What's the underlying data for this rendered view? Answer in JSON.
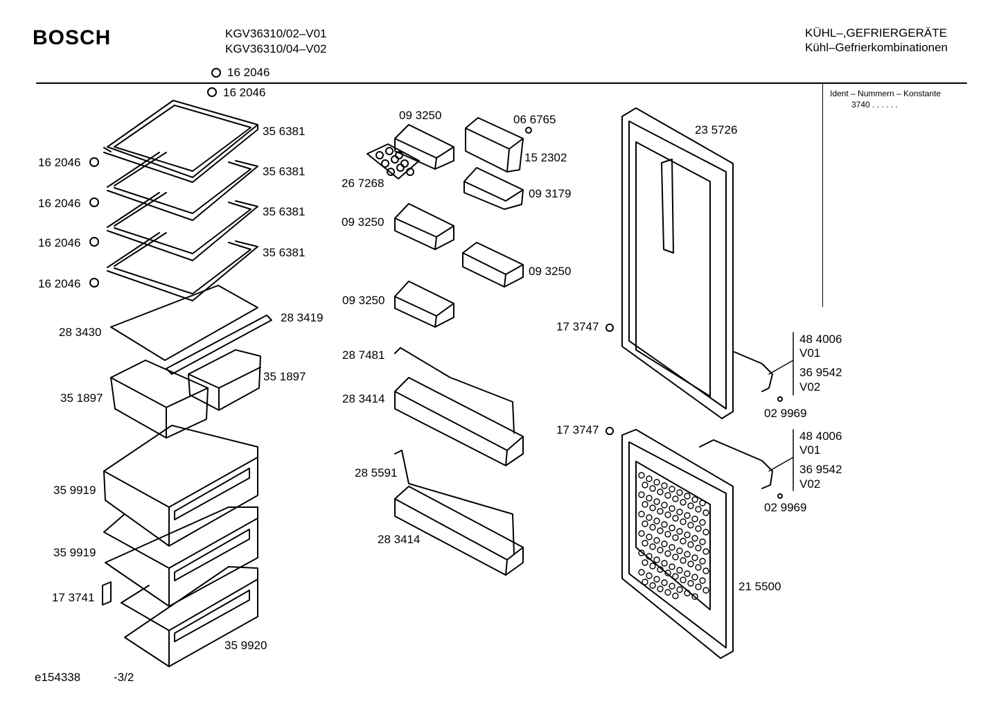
{
  "header": {
    "brand": "BOSCH",
    "models": [
      "KGV36310/02–V01",
      "KGV36310/04–V02"
    ],
    "category": "KÜHL–,GEFRIERGERÄTE",
    "subcategory": "Kühl–Gefrierkombinationen",
    "ident_label": "Ident – Nummern – Konstante",
    "ident_value": "3740  .  .  .  .  .  ."
  },
  "footer": {
    "doc_id": "e154338",
    "page": "-3/2"
  },
  "parts": [
    {
      "id": "p1",
      "number": "16 2046"
    },
    {
      "id": "p2",
      "number": "16 2046"
    },
    {
      "id": "p3",
      "number": "35 6381"
    },
    {
      "id": "p4",
      "number": "16 2046"
    },
    {
      "id": "p5",
      "number": "35 6381"
    },
    {
      "id": "p6",
      "number": "16 2046"
    },
    {
      "id": "p7",
      "number": "35 6381"
    },
    {
      "id": "p8",
      "number": "16 2046"
    },
    {
      "id": "p9",
      "number": "35 6381"
    },
    {
      "id": "p10",
      "number": "16 2046"
    },
    {
      "id": "p11",
      "number": "28 3419"
    },
    {
      "id": "p12",
      "number": "28 3430"
    },
    {
      "id": "p13",
      "number": "35 1897"
    },
    {
      "id": "p14",
      "number": "35 1897"
    },
    {
      "id": "p15",
      "number": "35 9919"
    },
    {
      "id": "p16",
      "number": "35 9919"
    },
    {
      "id": "p17",
      "number": "17 3741"
    },
    {
      "id": "p18",
      "number": "35 9920"
    },
    {
      "id": "p19",
      "number": "09 3250"
    },
    {
      "id": "p20",
      "number": "06 6765"
    },
    {
      "id": "p21",
      "number": "15 2302"
    },
    {
      "id": "p22",
      "number": "26 7268"
    },
    {
      "id": "p23",
      "number": "09 3179"
    },
    {
      "id": "p24",
      "number": "09 3250"
    },
    {
      "id": "p25",
      "number": "09 3250"
    },
    {
      "id": "p26",
      "number": "09 3250"
    },
    {
      "id": "p27",
      "number": "28 7481"
    },
    {
      "id": "p28",
      "number": "28 3414"
    },
    {
      "id": "p29",
      "number": "28 5591"
    },
    {
      "id": "p30",
      "number": "28 3414"
    },
    {
      "id": "p31",
      "number": "23 5726"
    },
    {
      "id": "p32",
      "number": "17 3747"
    },
    {
      "id": "p33",
      "number": "48 4006"
    },
    {
      "id": "p34",
      "number": "V01"
    },
    {
      "id": "p35",
      "number": "36 9542"
    },
    {
      "id": "p36",
      "number": "V02"
    },
    {
      "id": "p37",
      "number": "02 9969"
    },
    {
      "id": "p38",
      "number": "17 3747"
    },
    {
      "id": "p39",
      "number": "48 4006"
    },
    {
      "id": "p40",
      "number": "V01"
    },
    {
      "id": "p41",
      "number": "36 9542"
    },
    {
      "id": "p42",
      "number": "V02"
    },
    {
      "id": "p43",
      "number": "02 9969"
    },
    {
      "id": "p44",
      "number": "21 5500"
    }
  ]
}
